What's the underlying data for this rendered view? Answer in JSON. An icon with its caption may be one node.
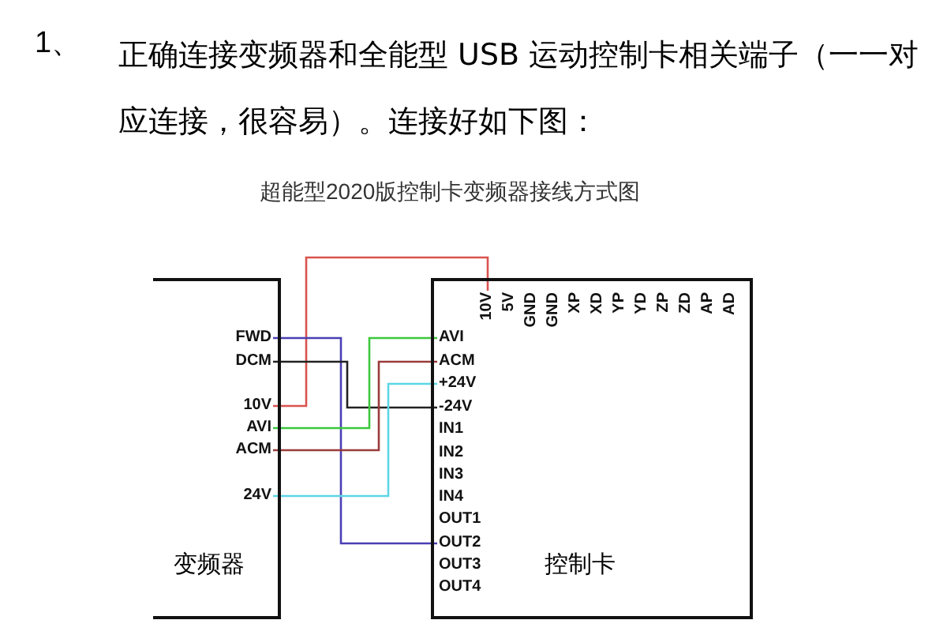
{
  "diagram": {
    "title": "超能型2020版控制卡变频器接线方式图",
    "nodes": [
      {
        "text": [
          "变频器"
        ]
      },
      {
        "text": [
          "FWD"
        ],
        "in": 0
      },
      {
        "text": [
          "DCM"
        ],
        "in": 0
      },
      {
        "text": [
          "10V"
        ],
        "in": 0
      },
      {
        "text": [
          "AVI"
        ],
        "in": 0
      },
      {
        "text": [
          "ACM"
        ],
        "in": 0
      },
      {
        "text": [
          "24V"
        ],
        "in": 0
      },
      {
        "text": [
          "控制卡"
        ]
      },
      {
        "text": [
          "10V"
        ],
        "in": 7
      },
      {
        "text": [
          "AVI"
        ],
        "in": 7
      },
      {
        "text": [
          "ACM"
        ],
        "in": 7
      },
      {
        "text": [
          "+24V"
        ],
        "in": 7
      },
      {
        "text": [
          "-24V"
        ],
        "in": 7
      },
      {
        "text": [
          "OUT2"
        ],
        "in": 7
      }
    ],
    "edges": [
      {
        "from": 3,
        "to": 8,
        "arrow": "none",
        "color": "#d9534f"
      },
      {
        "from": 1,
        "to": 13,
        "arrow": "none",
        "color": "#4a3fb5"
      },
      {
        "from": 2,
        "to": 12,
        "arrow": "none",
        "color": "#222222"
      },
      {
        "from": 4,
        "to": 9,
        "arrow": "none",
        "color": "#3cc83c"
      },
      {
        "from": 5,
        "to": 10,
        "arrow": "none",
        "color": "#9a3b3b"
      },
      {
        "from": 6,
        "to": 11,
        "arrow": "none",
        "color": "#5cd6e6"
      }
    ],
    "labels": [
      "1、",
      "正确连接变频器和全能型 USB 运动控制卡相关端子（一一对应连接，很容易）。连接好如下图：",
      "5V",
      "GND",
      "GND",
      "XP",
      "XD",
      "YP",
      "YD",
      "ZP",
      "ZD",
      "AP",
      "AD",
      "IN1",
      "IN2",
      "IN3",
      "IN4",
      "OUT1",
      "OUT3",
      "OUT4"
    ]
  }
}
